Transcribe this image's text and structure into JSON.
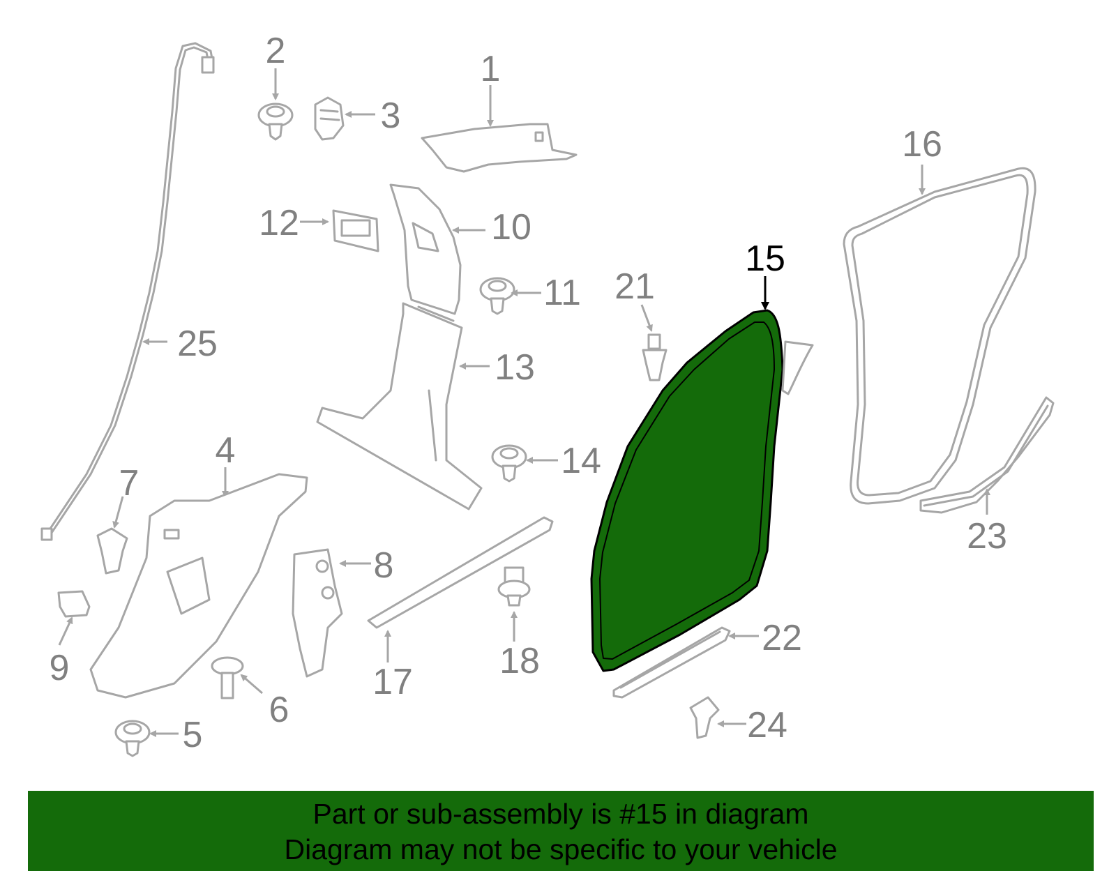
{
  "diagram": {
    "callouts": [
      "1",
      "2",
      "3",
      "4",
      "5",
      "6",
      "7",
      "8",
      "9",
      "10",
      "11",
      "12",
      "13",
      "14",
      "15",
      "16",
      "17",
      "18",
      "21",
      "22",
      "23",
      "24",
      "25"
    ],
    "highlighted_part": "15",
    "colors": {
      "part_stroke": "#a6a6a6",
      "label": "#808080",
      "highlight_fill": "#146b0a",
      "highlight_stroke": "#000000",
      "banner": "#146b0a"
    }
  },
  "banner": {
    "line1": "Part or sub-assembly is #15 in diagram",
    "line2": "Diagram may not be specific to your vehicle"
  }
}
